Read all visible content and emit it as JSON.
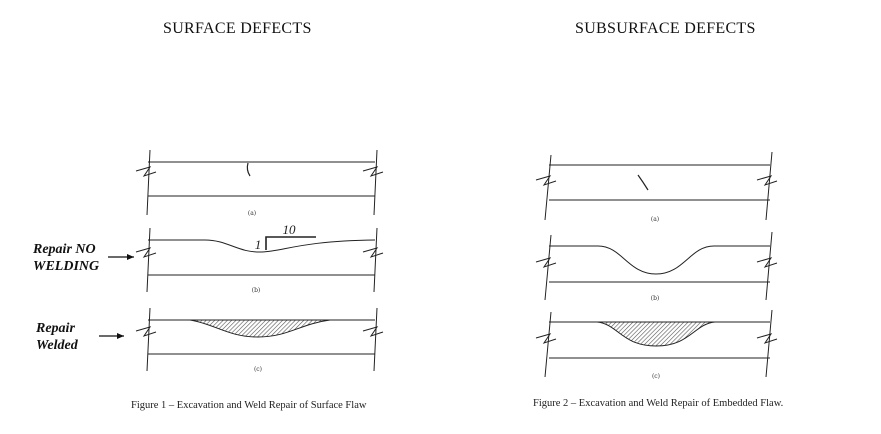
{
  "headings": {
    "left": "SURFACE DEFECTS",
    "right": "SUBSURFACE DEFECTS"
  },
  "annotations": {
    "repair_no_welding": [
      "Repair NO",
      "WELDING"
    ],
    "repair_welded": [
      "Repair",
      "Welded"
    ]
  },
  "dimensions": {
    "depth": "1",
    "length": "10"
  },
  "sublabels": {
    "a": "(a)",
    "b": "(b)",
    "c": "(c)"
  },
  "captions": {
    "figure1": "Figure 1 – Excavation and Weld Repair of Surface Flaw",
    "figure2": "Figure 2 – Excavation and Weld Repair of Embedded Flaw."
  },
  "colors": {
    "line": "#222222",
    "hatch": "#555555"
  }
}
